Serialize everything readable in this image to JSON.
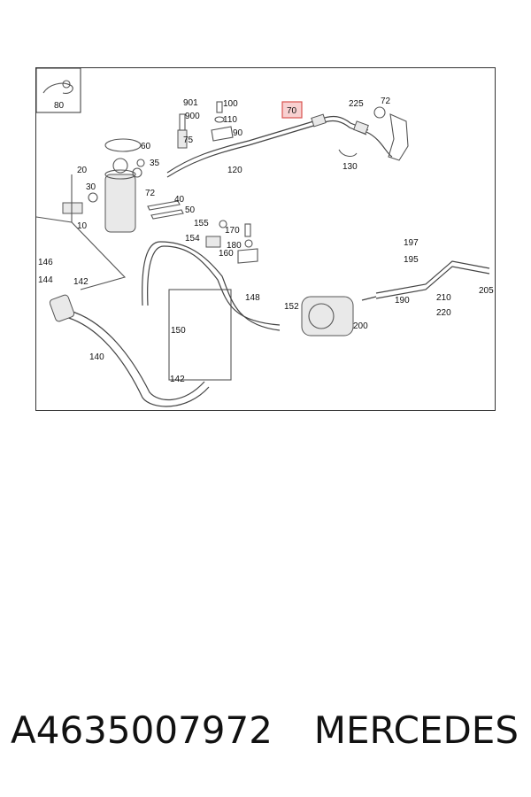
{
  "diagram": {
    "highlight_color": "#d9534f",
    "highlight_fill": "#f8d0d0",
    "inset_label": "80",
    "callouts": {
      "c901": "901",
      "c900": "900",
      "c100": "100",
      "c110": "110",
      "c90": "90",
      "c70": "70",
      "c225": "225",
      "c72a": "72",
      "c60": "60",
      "c75": "75",
      "c35": "35",
      "c120": "120",
      "c130": "130",
      "c20": "20",
      "c30": "30",
      "c72b": "72",
      "c10": "10",
      "c40": "40",
      "c50": "50",
      "c155": "155",
      "c170": "170",
      "c154": "154",
      "c180": "180",
      "c160": "160",
      "c197": "197",
      "c195": "195",
      "c146": "146",
      "c144": "144",
      "c142a": "142",
      "c148": "148",
      "c210": "210",
      "c205": "205",
      "c190": "190",
      "c220": "220",
      "c152": "152",
      "c150": "150",
      "c200": "200",
      "c140": "140",
      "c142b": "142"
    }
  },
  "caption": {
    "part_number": "A4635007972",
    "brand": "MERCEDES"
  }
}
